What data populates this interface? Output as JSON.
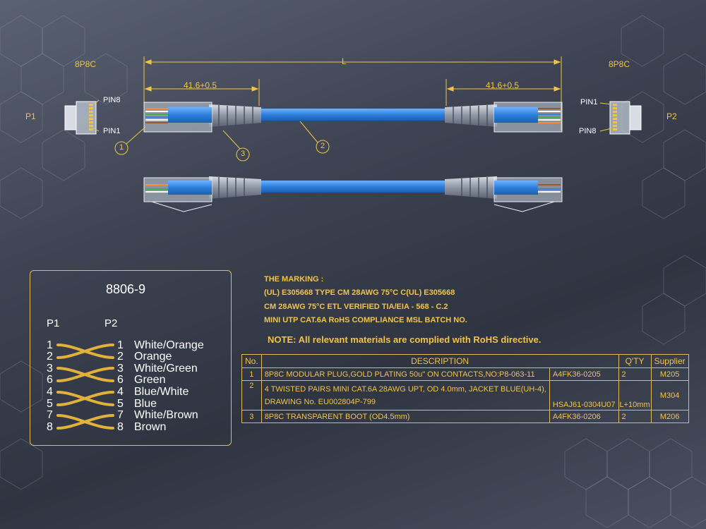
{
  "drawing": {
    "length_label": "L",
    "plug_dim_left": "41.6+0.5",
    "plug_dim_right": "41.6+0.5",
    "left_connector": "8P8C",
    "right_connector": "8P8C",
    "p1": "P1",
    "p2": "P2",
    "left_pin_top": "PIN8",
    "left_pin_bottom": "PIN1",
    "right_pin_top": "PIN1",
    "right_pin_bottom": "PIN8",
    "callouts": [
      "1",
      "2",
      "3"
    ]
  },
  "wiring": {
    "title": "8806-9",
    "p1": "P1",
    "p2": "P2",
    "rows": [
      {
        "left": "1",
        "right": "1",
        "name": "White/Orange"
      },
      {
        "left": "2",
        "right": "2",
        "name": "Orange"
      },
      {
        "left": "3",
        "right": "3",
        "name": "White/Green"
      },
      {
        "left": "6",
        "right": "6",
        "name": "Green"
      },
      {
        "left": "4",
        "right": "4",
        "name": "Blue/White"
      },
      {
        "left": "5",
        "right": "5",
        "name": "Blue"
      },
      {
        "left": "7",
        "right": "7",
        "name": "White/Brown"
      },
      {
        "left": "8",
        "right": "8",
        "name": "Brown"
      }
    ]
  },
  "marking": {
    "heading": "THE MARKING :",
    "line1": "(UL)   E305668 TYPE CM 28AWG 75°C     C(UL) E305668",
    "line2": "CM 28AWG 75°C ETL VERIFIED TIA/EIA - 568 - C.2",
    "line3": "MINI UTP CAT.6A RoHS COMPLIANCE MSL BATCH NO."
  },
  "note": "NOTE: All relevant materials are complied with RoHS directive.",
  "bom": {
    "headers": [
      "No.",
      "DESCRIPTION",
      "Q'TY",
      "Supplier"
    ],
    "rows": [
      {
        "no": "1",
        "desc1": "8P8C MODULAR PLUG,GOLD PLATING 50u\" ON CONTACTS,NO:P8-063-11",
        "desc2": "",
        "part": "A4FK36-0205",
        "qty": "2",
        "supplier": "M205"
      },
      {
        "no": "2",
        "desc1": "4 TWISTED PAIRS MINI CAT.6A 28AWG UPT, OD 4.0mm, JACKET BLUE(UH-4),",
        "desc2": "DRAWING No. EU002804P-799",
        "part": "HSAJ61-0304U07",
        "qty": "L+10mm",
        "supplier": "M304"
      },
      {
        "no": "3",
        "desc1": "8P8C TRANSPARENT BOOT (OD4.5mm)",
        "desc2": "",
        "part": "A4FK36-0206",
        "qty": "2",
        "supplier": "M206"
      }
    ]
  },
  "colors": {
    "accent": "#f2c347",
    "cable": "#3d8ee0",
    "background": "#3d4352"
  }
}
